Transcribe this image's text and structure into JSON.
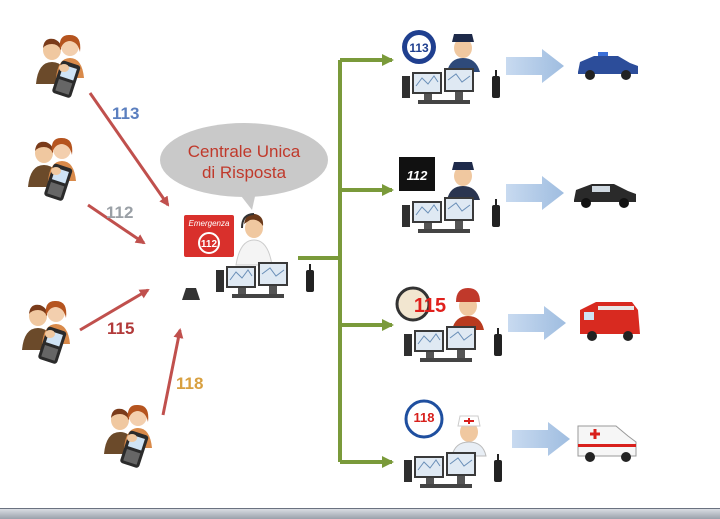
{
  "bubble": {
    "line1": "Centrale Unica",
    "line2": "di Risposta"
  },
  "callers": [
    {
      "number": "113",
      "color": "#5b7fbf"
    },
    {
      "number": "112",
      "color": "#9aa0a6"
    },
    {
      "number": "115",
      "color": "#b23a3a"
    },
    {
      "number": "118",
      "color": "#d8a040"
    }
  ],
  "emergenza": {
    "label": "Emergenza",
    "number": "112"
  },
  "services": [
    {
      "badge": "113",
      "vehicle": "police-car"
    },
    {
      "badge": "112",
      "vehicle": "carabinieri-car"
    },
    {
      "badge": "115",
      "vehicle": "fire-truck"
    },
    {
      "badge": "118",
      "vehicle": "ambulance"
    }
  ],
  "colors": {
    "arrow_red": "#c0504d",
    "tree_green": "#7a9a3a",
    "block_arrow": "#a9c4e4",
    "bubble": "#c9c9c9"
  }
}
